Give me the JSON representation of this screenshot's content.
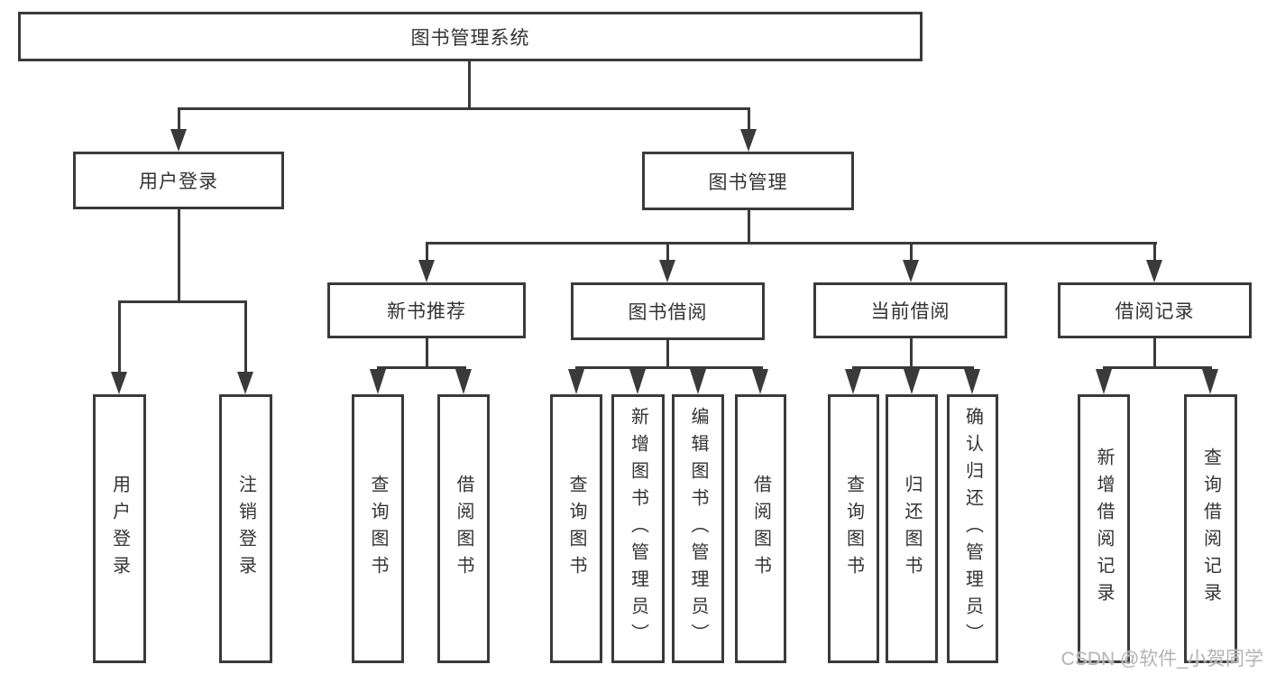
{
  "tree": {
    "label": "图书管理系统",
    "children": [
      {
        "label": "用户登录",
        "children": [
          {
            "label": "用户登录"
          },
          {
            "label": "注销登录"
          }
        ]
      },
      {
        "label": "图书管理",
        "children": [
          {
            "label": "新书推荐",
            "children": [
              {
                "label": "查询图书"
              },
              {
                "label": "借阅图书"
              }
            ]
          },
          {
            "label": "图书借阅",
            "children": [
              {
                "label": "查询图书"
              },
              {
                "label": "新增图书（管理员）"
              },
              {
                "label": "编辑图书（管理员）"
              },
              {
                "label": "借阅图书"
              }
            ]
          },
          {
            "label": "当前借阅",
            "children": [
              {
                "label": "查询图书"
              },
              {
                "label": "归还图书"
              },
              {
                "label": "确认归还（管理员）"
              }
            ]
          },
          {
            "label": "借阅记录",
            "children": [
              {
                "label": "新增借阅记录"
              },
              {
                "label": "查询借阅记录"
              }
            ]
          }
        ]
      }
    ]
  },
  "watermark": {
    "text": "CSDN @软件_小贺同学"
  },
  "colors": {
    "line": "#3a3a3a",
    "text": "#333333",
    "box_background": "#ffffff",
    "watermark": "#b3b3b3",
    "page_background": "#ffffff"
  }
}
